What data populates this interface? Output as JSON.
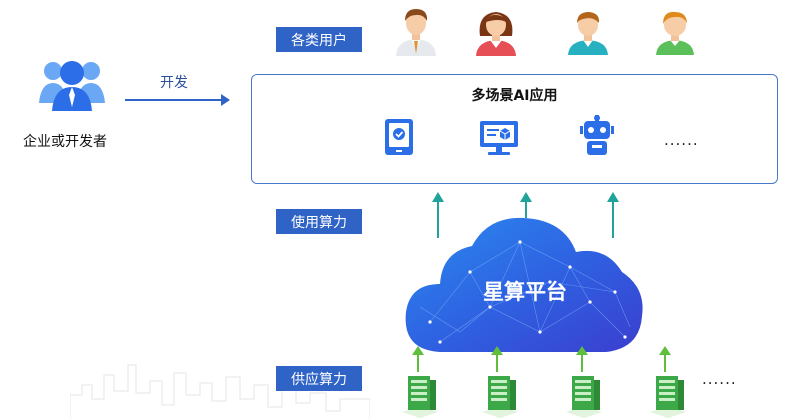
{
  "developer": {
    "label": "企业或开发者"
  },
  "develop_arrow": {
    "label": "开发"
  },
  "layers": {
    "users": "各类用户",
    "use_compute": "使用算力",
    "supply_compute": "供应算力"
  },
  "apps": {
    "title": "多场景AI应用",
    "more": "......"
  },
  "platform": {
    "name": "星算平台"
  },
  "servers": {
    "more": "......"
  },
  "colors": {
    "label_bg": "#2f63c6",
    "panel_border": "#4a78c8",
    "up_arrow_teal": "#1fa39a",
    "up_arrow_green": "#5fbf3c",
    "cloud": "#2e6fe0"
  },
  "icons": {
    "developer": "user-group-icon",
    "users": [
      "man-avatar-icon",
      "woman-avatar-icon",
      "young-man-avatar-icon",
      "boy-avatar-icon"
    ],
    "apps": [
      "tablet-check-icon",
      "monitor-cube-icon",
      "robot-icon"
    ],
    "servers": "server-stack-icon"
  }
}
